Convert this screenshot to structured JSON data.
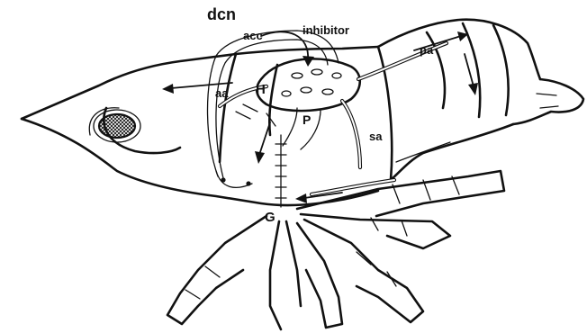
{
  "labels": {
    "dcn": "dcn",
    "acc": "acc",
    "inhibitor": "inhibitor",
    "pa": "pa",
    "aa": "aa",
    "H": "H",
    "P": "P",
    "sa": "sa",
    "G": "G"
  },
  "colors": {
    "ink": "#111111",
    "paper": "#ffffff"
  }
}
